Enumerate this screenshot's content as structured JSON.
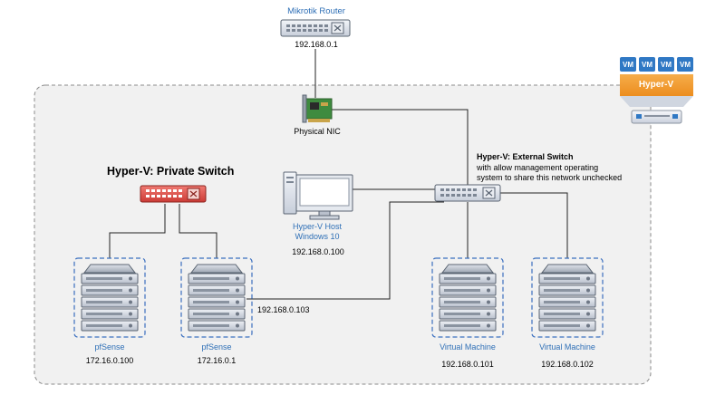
{
  "router": {
    "name": "Mikrotik Router",
    "ip": "192.168.0.1"
  },
  "physical_nic": {
    "label": "Physical NIC"
  },
  "private_switch": {
    "title": "Hyper-V: Private Switch"
  },
  "external_switch": {
    "title": "Hyper-V: External Switch",
    "note_line1": "with allow management operating",
    "note_line2": "system to share this network unchecked"
  },
  "host": {
    "name_line1": "Hyper-V Host",
    "name_line2": "Windows 10",
    "ip": "192.168.0.100"
  },
  "link_label": "192.168.0.103",
  "hyperv_badge": {
    "vm_labels": [
      "VM",
      "VM",
      "VM",
      "VM"
    ],
    "title": "Hyper-V"
  },
  "servers": [
    {
      "name": "pfSense",
      "ip": "172.16.0.100"
    },
    {
      "name": "pfSense",
      "ip": "172.16.0.1"
    },
    {
      "name": "Virtual Machine",
      "ip": "192.168.0.101"
    },
    {
      "name": "Virtual Machine",
      "ip": "192.168.0.102"
    }
  ],
  "colors": {
    "accent_blue": "#2e6fb6",
    "private_switch_red": "#e0554f",
    "hyperv_orange": "#f29b2e",
    "vm_blue": "#2f78c4",
    "nic_green": "#3f8b3f"
  }
}
